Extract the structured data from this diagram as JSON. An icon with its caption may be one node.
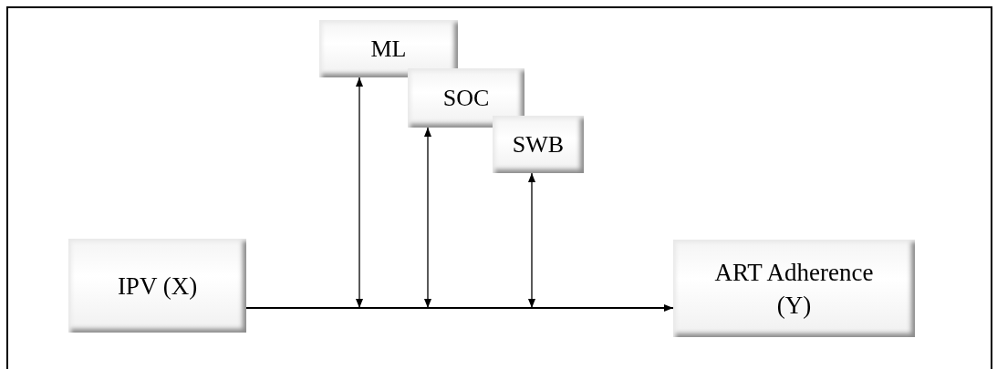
{
  "diagram": {
    "nodes": [
      {
        "text": [
          "IPV (X)"
        ]
      },
      {
        "text": [
          "ML"
        ]
      },
      {
        "text": [
          "SOC"
        ]
      },
      {
        "text": [
          "SWB"
        ]
      },
      {
        "text": [
          "ART Adherence (Y)"
        ]
      }
    ],
    "edges": [
      {
        "from": 0,
        "to": 4,
        "arrow": "to"
      },
      {
        "from": 1,
        "to": null,
        "arrow": "both"
      },
      {
        "from": 2,
        "to": null,
        "arrow": "both"
      },
      {
        "from": 3,
        "to": null,
        "arrow": "both"
      }
    ]
  }
}
